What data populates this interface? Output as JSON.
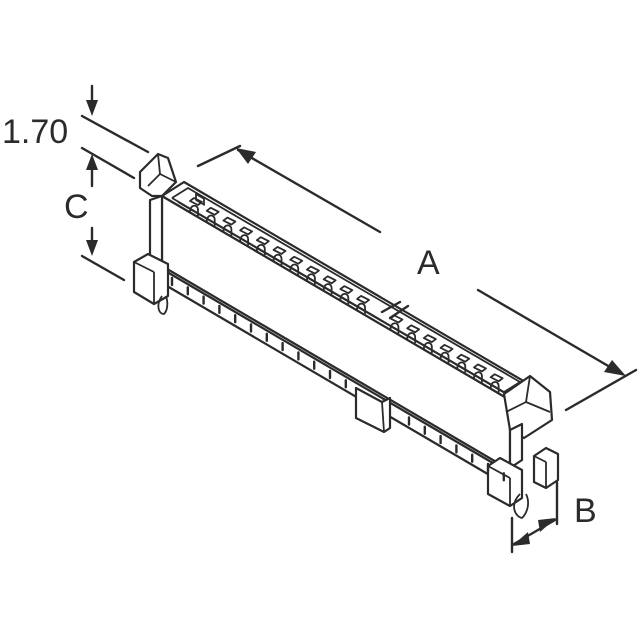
{
  "drawing": {
    "subject": "Edge card connector isometric outline",
    "line_color": "#2b2b2b",
    "background": "#ffffff",
    "dimensions": {
      "height_top": {
        "label": "1.70"
      },
      "height": {
        "label": "C"
      },
      "length": {
        "label": "A"
      },
      "width": {
        "label": "B"
      }
    }
  }
}
